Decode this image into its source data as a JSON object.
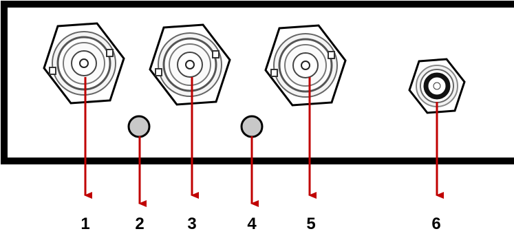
{
  "diagram": {
    "labels": [
      "1",
      "2",
      "3",
      "4",
      "5",
      "6"
    ],
    "colors": {
      "panel_border": "#000000",
      "panel_fill": "#ffffff",
      "arrow": "#c00000",
      "led_fill": "#c8c8c8",
      "connector_line": "#555555",
      "jack_ring": "#111111"
    },
    "parts": [
      {
        "label": "1",
        "kind": "bnc-connector-icon"
      },
      {
        "label": "2",
        "kind": "led-indicator-icon"
      },
      {
        "label": "3",
        "kind": "bnc-connector-icon"
      },
      {
        "label": "4",
        "kind": "led-indicator-icon"
      },
      {
        "label": "5",
        "kind": "bnc-connector-icon"
      },
      {
        "label": "6",
        "kind": "rca-jack-icon"
      }
    ]
  }
}
